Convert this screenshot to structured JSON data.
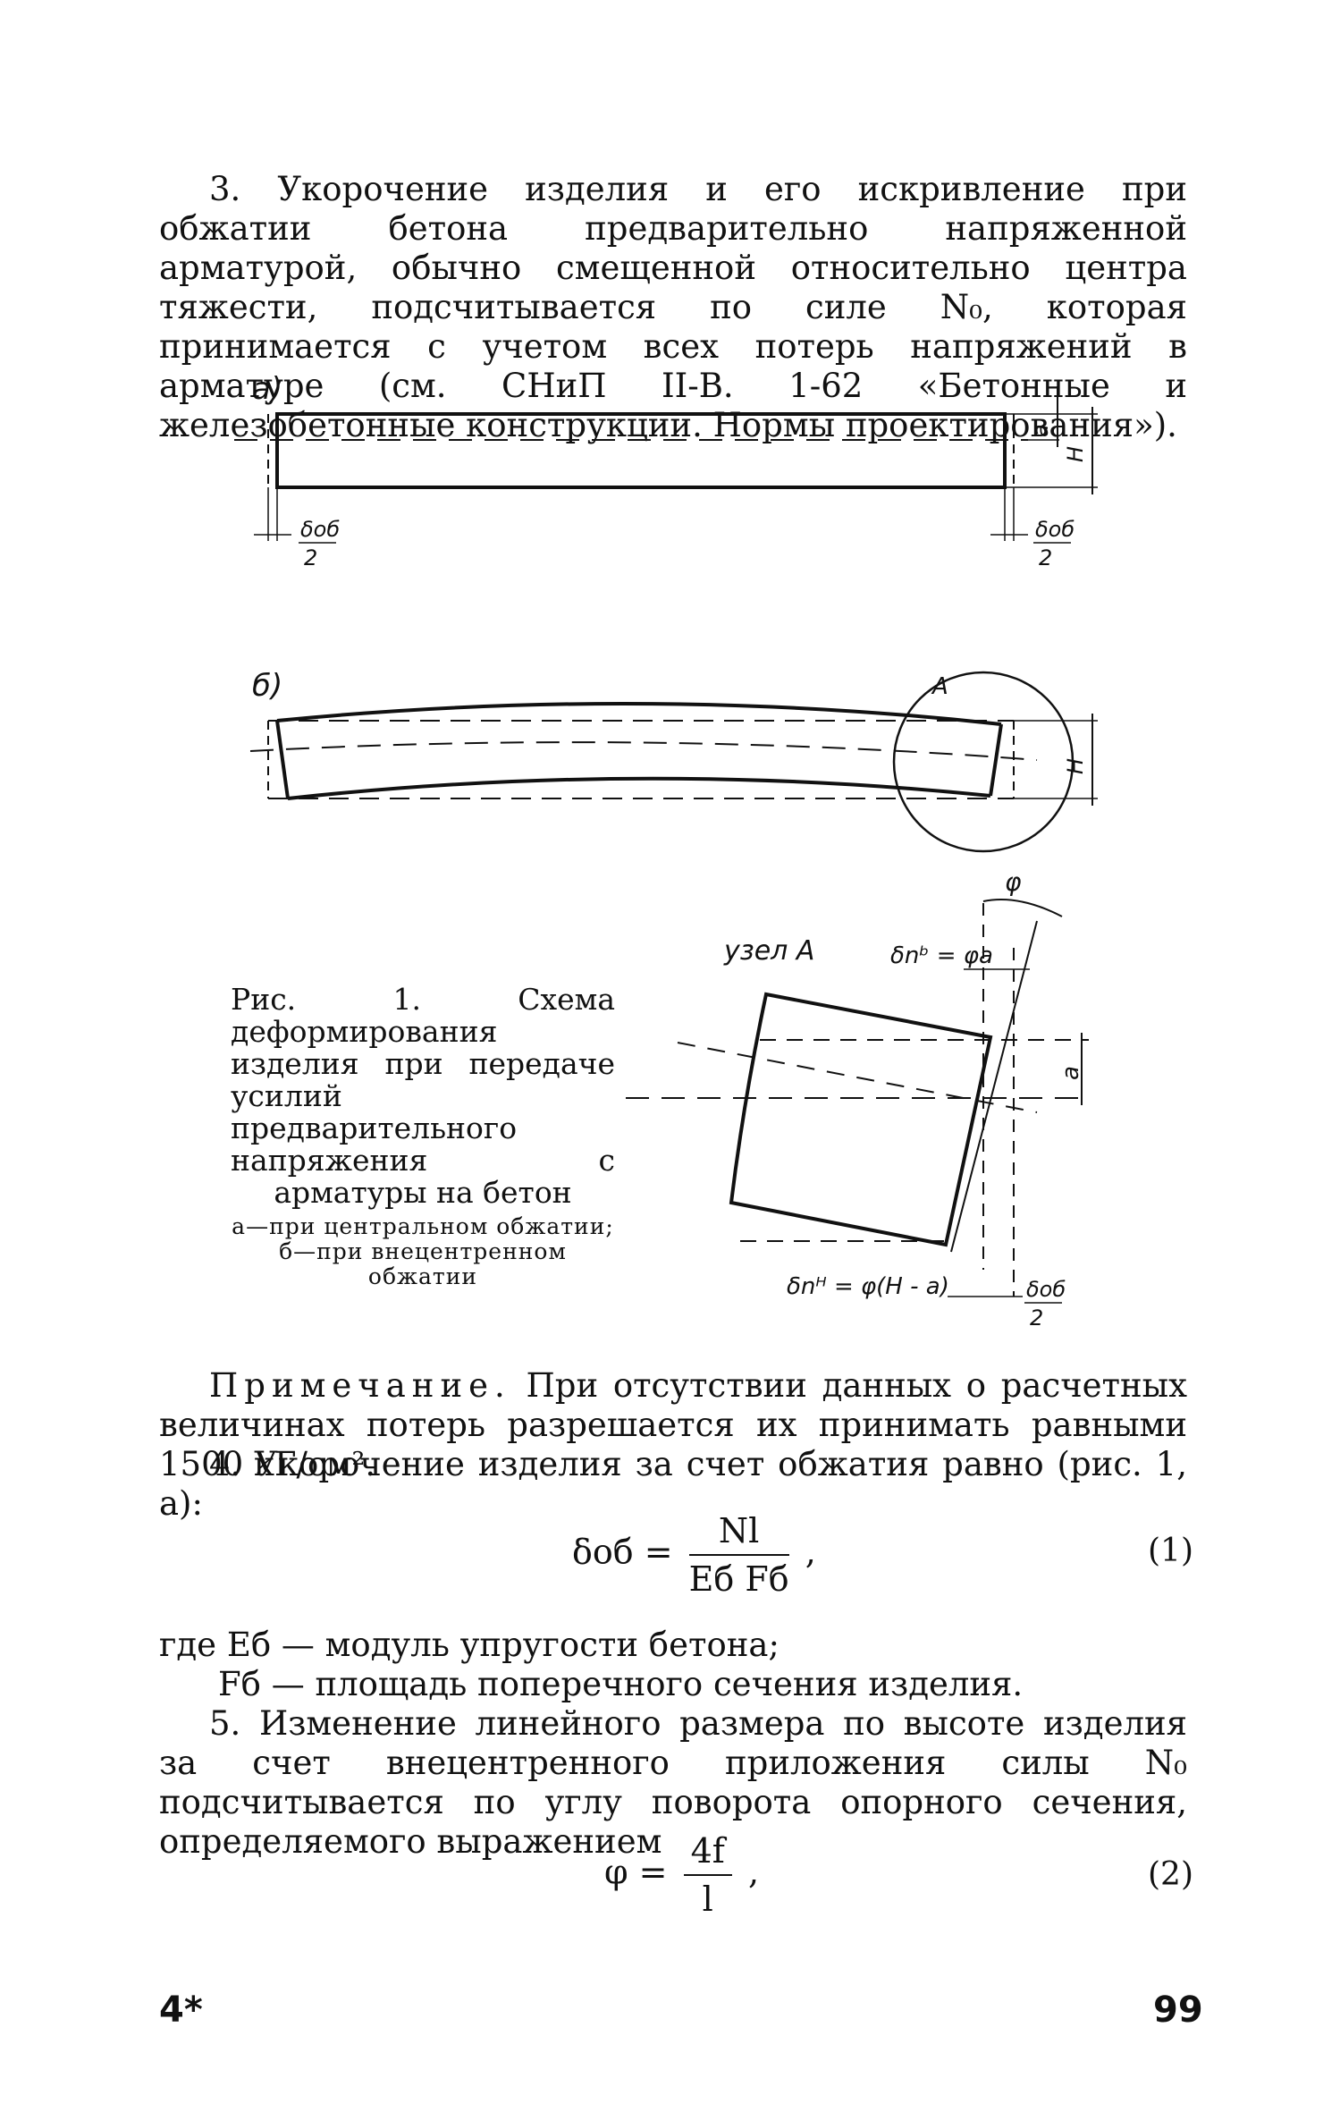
{
  "paragraph_3": "3. Укорочение изделия и его искривление при обжатии бетона предварительно напряженной арматурой, обычно смещенной относительно центра тяжести, подсчитывается по силе N₀, которая принимается с учетом всех потерь напряжений в арматуре (см. СНиП II-В. 1-62 «Бетонные и железобетонные конструкции. Нормы проектирования»).",
  "figure": {
    "label_a": "а)",
    "label_b": "б)",
    "label_A": "A",
    "node_label": "узел A",
    "dim_a": "a",
    "dim_H": "H",
    "delta_num": "δоб",
    "delta_den": "2",
    "phi": "φ",
    "delta_top": "δnᵇ = φa",
    "delta_bottom": "δnᴴ = φ(H - a)"
  },
  "caption": {
    "main": "Рис. 1. Схема деформирования изделия при передаче усилий предварительного напряжения с арматуры на бетон",
    "sub": "а—при центральном обжатии; б—при внецентренном обжатии"
  },
  "note_label": "Примечание.",
  "note_text": " При отсутствии данных о расчетных величинах потерь разрешается их принимать равными 1500 кГ/см².",
  "paragraph_4": "4. Укорочение изделия за счет обжатия равно (рис. 1, а):",
  "formula_1": {
    "lhs": "δоб =",
    "num": "Nl",
    "den": "Eб Fб",
    "tail": ",",
    "number": "(1)"
  },
  "where_1": "где Eб — модуль упругости бетона;",
  "where_2": "Fб — площадь поперечного сечения изделия.",
  "paragraph_5": "5. Изменение линейного размера по высоте изделия за счет внецентренного приложения силы N₀ подсчитывается по углу поворота опорного сечения, определяемого выражением",
  "formula_2": {
    "lhs": "φ =",
    "num": "4f",
    "den": "l",
    "tail": ",",
    "number": "(2)"
  },
  "folio_left": "4*",
  "folio_right": "99"
}
